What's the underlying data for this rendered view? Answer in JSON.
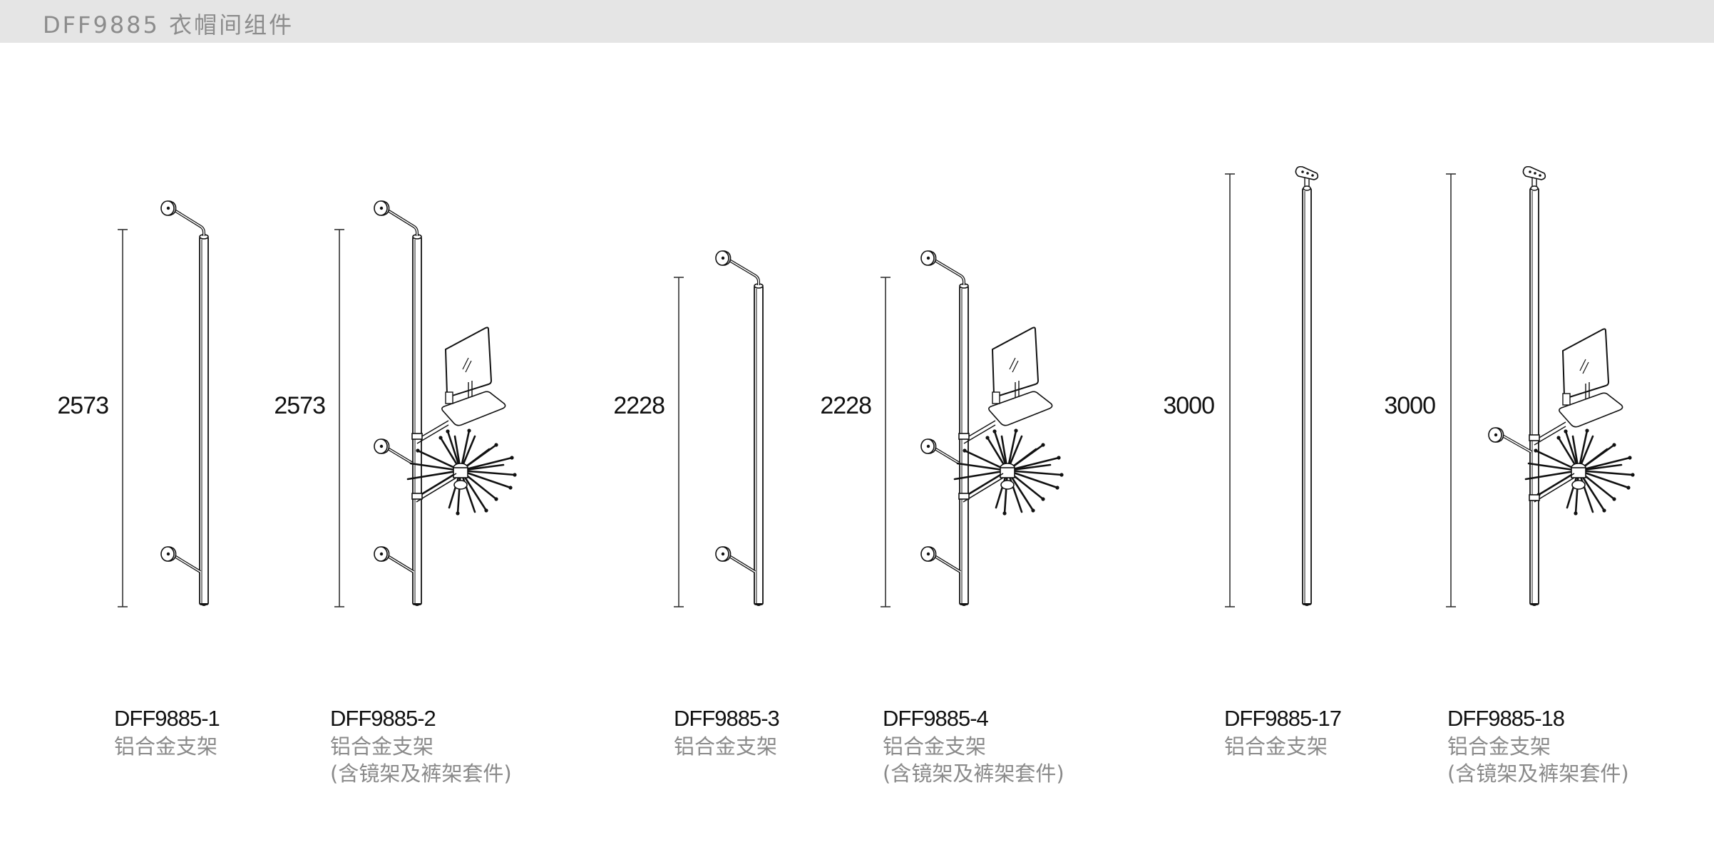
{
  "header": {
    "title": "DFF9885 衣帽间组件",
    "background": "#e5e5e5",
    "text_color": "#8c8c8c"
  },
  "products": [
    {
      "code": "DFF9885-1",
      "desc": "铝合金支架",
      "desc2": "",
      "height": "2573",
      "type": "wall-mount"
    },
    {
      "code": "DFF9885-2",
      "desc": "铝合金支架",
      "desc2": "(含镜架及裤架套件)",
      "height": "2573",
      "type": "wall-mount-with-mirror-and-trouser-rack"
    },
    {
      "code": "DFF9885-3",
      "desc": "铝合金支架",
      "desc2": "",
      "height": "2228",
      "type": "wall-mount"
    },
    {
      "code": "DFF9885-4",
      "desc": "铝合金支架",
      "desc2": "(含镜架及裤架套件)",
      "height": "2228",
      "type": "wall-mount-with-mirror-and-trouser-rack"
    },
    {
      "code": "DFF9885-17",
      "desc": "铝合金支架",
      "desc2": "",
      "height": "3000",
      "type": "ceiling-mount"
    },
    {
      "code": "DFF9885-18",
      "desc": "铝合金支架",
      "desc2": "(含镜架及裤架套件)",
      "height": "3000",
      "type": "ceiling-mount-with-mirror-and-trouser-rack"
    }
  ]
}
